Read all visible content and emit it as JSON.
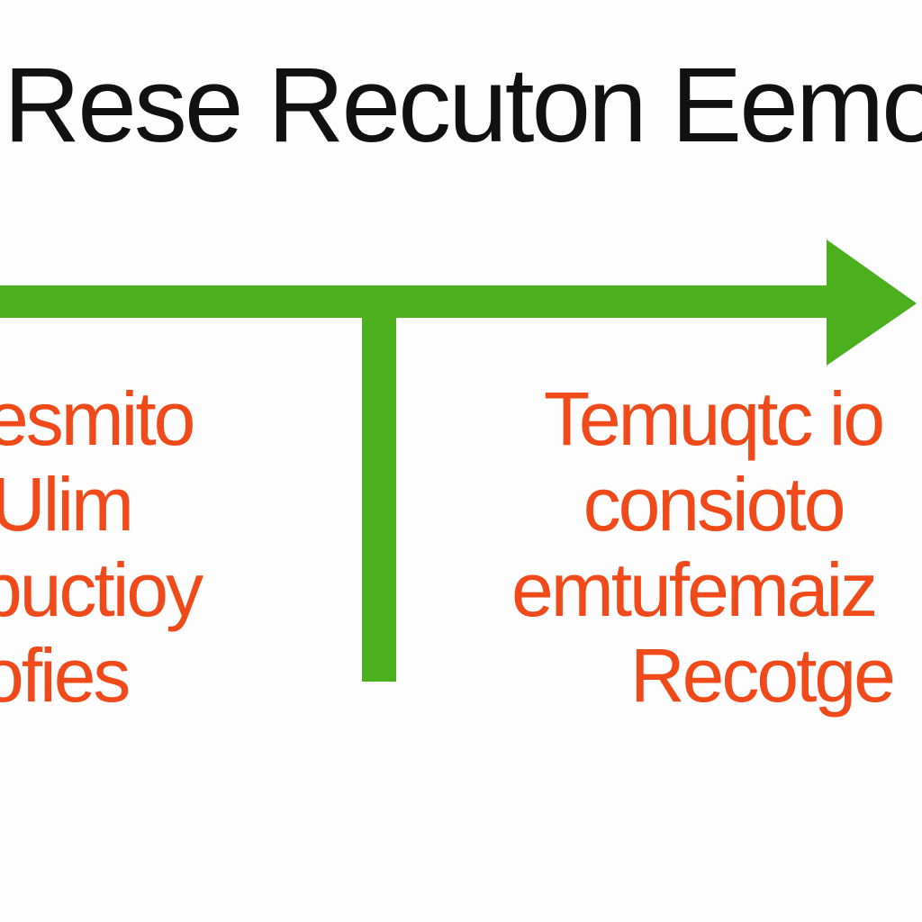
{
  "title": "Rese Recuton Eemo",
  "colors": {
    "arrow": "#4caf1e",
    "text_accent": "#f04a1a",
    "title": "#111111",
    "background": "#fdfdfd"
  },
  "left_lines": [
    "resmito",
    "Ulim",
    "puctioy",
    "ofies"
  ],
  "right_lines": [
    "Temuqtc io",
    "consioto",
    "emtufemaiz",
    "Recotge"
  ]
}
